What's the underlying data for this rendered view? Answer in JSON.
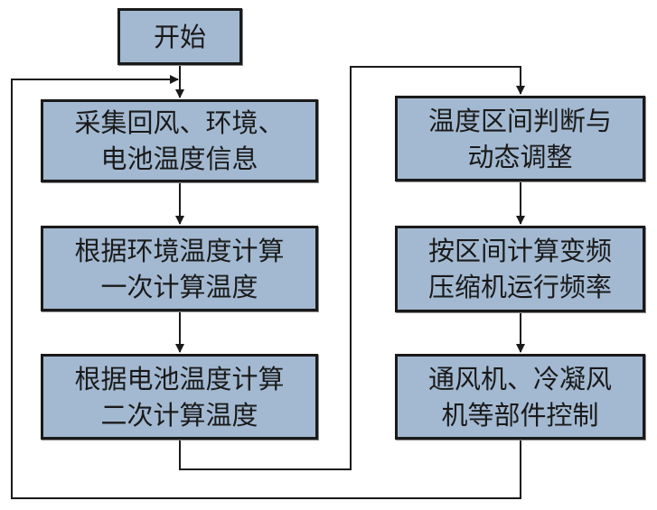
{
  "diagram": {
    "type": "flowchart",
    "colors": {
      "box_fill": "#a3b9d1",
      "border": "#1a1a1a",
      "line": "#1a1a1a"
    },
    "nodes": [
      {
        "id": "start",
        "lines": [
          "开始"
        ]
      },
      {
        "id": "collect",
        "lines": [
          "采集回风、环境、",
          "电池温度信息"
        ]
      },
      {
        "id": "first-calc",
        "lines": [
          "根据环境温度计算",
          "一次计算温度"
        ]
      },
      {
        "id": "second-calc",
        "lines": [
          "根据电池温度计算",
          "二次计算温度"
        ]
      },
      {
        "id": "interval-judge",
        "lines": [
          "温度区间判断与",
          "动态调整"
        ]
      },
      {
        "id": "compressor-freq",
        "lines": [
          "按区间计算变频",
          "压缩机运行频率"
        ]
      },
      {
        "id": "fan-control",
        "lines": [
          "通风机、冷凝风",
          "机等部件控制"
        ]
      }
    ],
    "edges": [
      {
        "from": "start",
        "to": "collect"
      },
      {
        "from": "collect",
        "to": "first-calc"
      },
      {
        "from": "first-calc",
        "to": "second-calc"
      },
      {
        "from": "second-calc",
        "to": "interval-judge"
      },
      {
        "from": "interval-judge",
        "to": "compressor-freq"
      },
      {
        "from": "compressor-freq",
        "to": "fan-control"
      },
      {
        "from": "fan-control",
        "to": "collect"
      }
    ]
  }
}
